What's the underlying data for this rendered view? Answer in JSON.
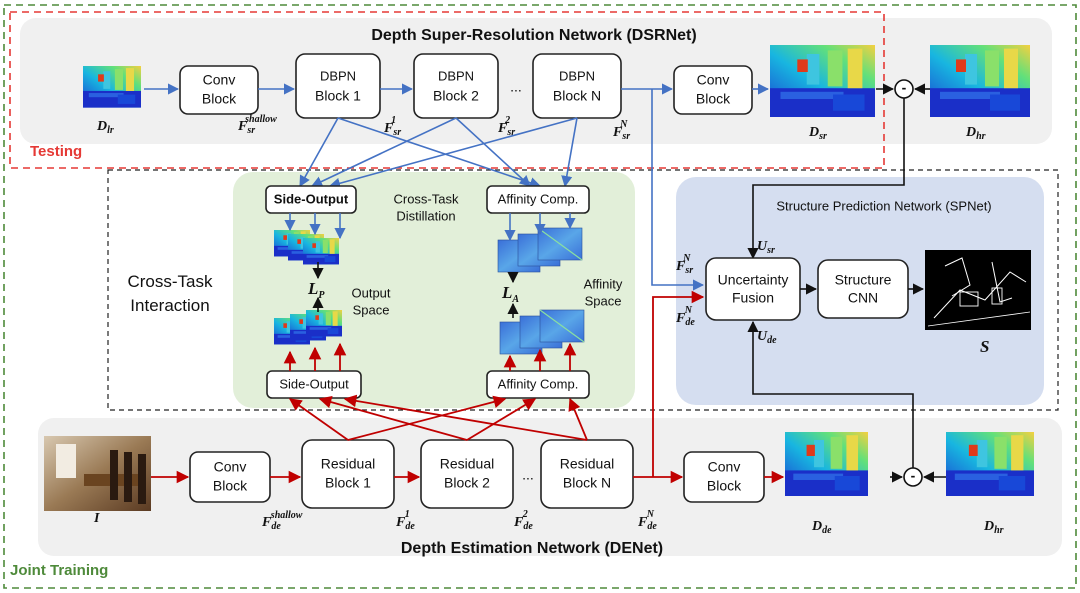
{
  "dsrnet": {
    "title": "Depth Super-Resolution Network (DSRNet)",
    "conv1": [
      "Conv",
      "Block"
    ],
    "dbpn1": [
      "DBPN",
      "Block 1"
    ],
    "dbpn2": [
      "DBPN",
      "Block 2"
    ],
    "dbpnN": [
      "DBPN",
      "Block N"
    ],
    "conv2": [
      "Conv",
      "Block"
    ],
    "ellipsis": "...",
    "d_lr": [
      "D",
      "lr"
    ],
    "d_sr": [
      "D",
      "sr"
    ],
    "d_hr": [
      "D",
      "hr"
    ],
    "f_shallow": [
      "F",
      "sr",
      "shallow"
    ],
    "f1": [
      "F",
      "sr",
      "1"
    ],
    "f2": [
      "F",
      "sr",
      "2"
    ],
    "fN": [
      "F",
      "sr",
      "N"
    ]
  },
  "denet": {
    "title": "Depth Estimation Network (DENet)",
    "conv1": [
      "Conv",
      "Block"
    ],
    "res1": [
      "Residual",
      "Block 1"
    ],
    "res2": [
      "Residual",
      "Block 2"
    ],
    "resN": [
      "Residual",
      "Block N"
    ],
    "conv2": [
      "Conv",
      "Block"
    ],
    "ellipsis": "...",
    "i": "I",
    "d_de": [
      "D",
      "de"
    ],
    "d_hr": [
      "D",
      "hr"
    ],
    "f_shallow": [
      "F",
      "de",
      "shallow"
    ],
    "f1": [
      "F",
      "de",
      "1"
    ],
    "f2": [
      "F",
      "de",
      "2"
    ],
    "fN": [
      "F",
      "de",
      "N"
    ]
  },
  "cross_task": {
    "label": [
      "Cross-Task",
      "Interaction"
    ],
    "distillation": [
      "Cross-Task",
      "Distillation"
    ],
    "side_output_top": "Side-Output",
    "side_output_bottom": "Side-Output",
    "affinity_top": "Affinity Comp.",
    "affinity_bottom": "Affinity Comp.",
    "output_space": [
      "Output",
      "Space"
    ],
    "affinity_space": [
      "Affinity",
      "Space"
    ],
    "loss_p": [
      "L",
      "P"
    ],
    "loss_a": [
      "L",
      "A"
    ]
  },
  "spnet": {
    "title": "Structure Prediction Network (SPNet)",
    "fusion": [
      "Uncertainty",
      "Fusion"
    ],
    "cnn": [
      "Structure",
      "CNN"
    ],
    "u_sr": [
      "U",
      "sr"
    ],
    "u_de": [
      "U",
      "de"
    ],
    "f_sr": [
      "F",
      "sr",
      "N"
    ],
    "f_de": [
      "F",
      "de",
      "N"
    ],
    "s": "S"
  },
  "regions": {
    "testing": "Testing",
    "joint_training": "Joint Training"
  },
  "minus": "-",
  "colors": {
    "blue_arrow": "#4472c4",
    "red_arrow": "#c00000",
    "testing_border": "#e53935",
    "joint_border": "#4e8a3a",
    "green_panel": "#e2efd9",
    "blue_panel": "#d5def0",
    "gray_panel": "#f0f0f0"
  }
}
